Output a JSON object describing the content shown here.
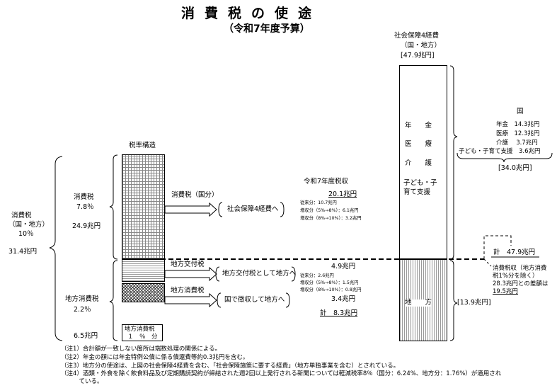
{
  "title": "消費税の使途",
  "subtitle": "（令和7年度予算）",
  "left": {
    "total_label": "消費税",
    "total_sub": "（国・地方）",
    "total_rate": "10％",
    "total_amount": "31.4兆円",
    "national_label": "消費税",
    "national_rate": "7.8％",
    "national_amount": "24.9兆円",
    "local_label": "地方消費税",
    "local_rate": "2.2％",
    "local_amount": "6.5兆円"
  },
  "structure": {
    "heading": "税率構造",
    "legend_line1": "地方消費税",
    "legend_line2": "１　％　分"
  },
  "flows": {
    "national_tax": "消費税（国分）",
    "to_social": "社会保障4経費へ",
    "local_allocation_tax": "地方交付税",
    "to_local_allocation": "地方交付税として地方へ",
    "local_consumption_tax": "地方消費税",
    "to_local_via_state": "国で徴収して地方へ"
  },
  "revenue": {
    "heading": "令和7年度税収",
    "national_total": "20.1兆円",
    "national_items": [
      "従来分：10.7兆円",
      "増収分（5%→8%）：6.1兆円",
      "増収分（8%→10%）：3.2兆円"
    ],
    "allocation_total": "4.9兆円",
    "allocation_items": [
      "従来分：2.6兆円",
      "増収分（5%→8%）：1.5兆円",
      "増収分（8%→10%）：0.8兆円"
    ],
    "local_total": "3.4兆円",
    "grand_total": "計　8.3兆円"
  },
  "social_security": {
    "heading": "社会保障4経費",
    "heading_sub": "（国・地方）",
    "heading_amount": "[47.9兆円]",
    "items": [
      "年　　金",
      "医　　療",
      "介　　護"
    ],
    "item4_line1": "子ども・子",
    "item4_line2": "育て支援",
    "local_label": "地　　方",
    "local_amount": "[13.9兆円]"
  },
  "national_breakdown": {
    "heading": "国",
    "items": [
      "年金　14.3兆円",
      "医療　12.3兆円",
      "介護　 3.7兆円",
      "子ども・子育て支援　3.6兆円"
    ],
    "subtotal": "[34.0兆円]",
    "total": "計　47.9兆円",
    "note_line1": "消費税収（地方消費",
    "note_line2": "税1%分を除く）",
    "note_line3": "28.3兆円との差額は",
    "note_line4": "19.5兆円"
  },
  "notes": [
    "（注1）合計額が一致しない箇所は端数処理の関係による。",
    "（注2）年金の額には年金特例公債に係る債還費等約0.3兆円を含む。",
    "（注3）地方分の使途は、上図の社会保障4経費を含む、「社会保障施策に要する経費」（地方単独事業を含む）とされている。",
    "（注4）酒類・外食を除く飲食料品及び定期購読契約が締結された週2回以上発行される新聞については軽減税率8％（国分：6.24%、地方分：1.76%）が適用され",
    "　　　ている。"
  ]
}
